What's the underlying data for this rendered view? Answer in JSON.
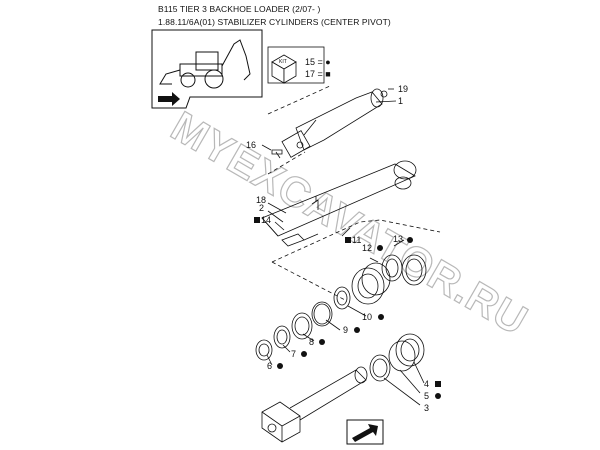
{
  "header": {
    "line1": "B115 TIER 3 BACKHOE LOADER (2/07- )",
    "line2": "1.88.11/6A(01) STABILIZER CYLINDERS (CENTER PIVOT)"
  },
  "watermark": "MYEXCAVATOR.RU",
  "kit_legend": {
    "kit_word": "KIT",
    "row1": "15 = ●",
    "row2": "17 = ■"
  },
  "callouts": {
    "c19": "19",
    "c1": "1",
    "c16": "16",
    "c18": "18",
    "c2": "2",
    "c14": "14",
    "c11": "11",
    "c12": "12",
    "c13": "13",
    "c10": "10",
    "c9": "9",
    "c8": "8",
    "c7": "7",
    "c6": "6",
    "c4": "4",
    "c5": "5",
    "c3": "3"
  },
  "colors": {
    "line": "#111111",
    "watermark": "#b8b8b8"
  }
}
